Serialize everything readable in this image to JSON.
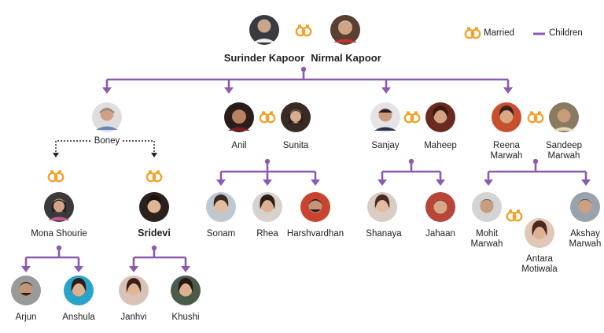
{
  "legend": {
    "married_label": "Married",
    "children_label": "Children"
  },
  "colors": {
    "line": "#8a5bb0",
    "ring": "#f0a22a",
    "dotted": "#222222"
  },
  "people": {
    "surinder": {
      "name": "Surinder Kapoor"
    },
    "nirmal": {
      "name": "Nirmal Kapoor"
    },
    "boney": {
      "name": "Boney"
    },
    "anil": {
      "name": "Anil"
    },
    "sunita": {
      "name": "Sunita"
    },
    "sanjay": {
      "name": "Sanjay"
    },
    "maheep": {
      "name": "Maheep"
    },
    "reena": {
      "name": "Reena\nMarwah"
    },
    "sandeep": {
      "name": "Sandeep\nMarwah"
    },
    "mona": {
      "name": "Mona Shourie"
    },
    "sridevi": {
      "name": "Sridevi"
    },
    "sonam": {
      "name": "Sonam"
    },
    "rhea": {
      "name": "Rhea"
    },
    "harsh": {
      "name": "Harshvardhan"
    },
    "shanaya": {
      "name": "Shanaya"
    },
    "jahaan": {
      "name": "Jahaan"
    },
    "mohit": {
      "name": "Mohit\nMarwah"
    },
    "antara": {
      "name": "Antara\nMotiwala"
    },
    "akshay": {
      "name": "Akshay\nMarwah"
    },
    "arjun": {
      "name": "Arjun"
    },
    "anshula": {
      "name": "Anshula"
    },
    "janhvi": {
      "name": "Janhvi"
    },
    "khushi": {
      "name": "Khushi"
    }
  }
}
